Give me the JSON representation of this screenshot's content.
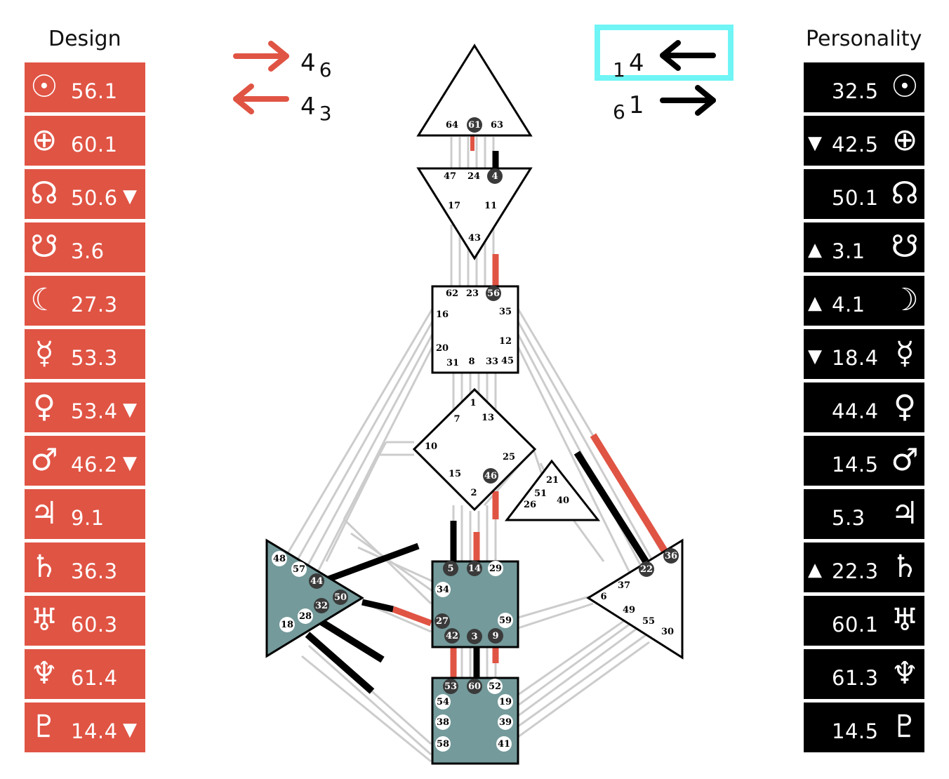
{
  "design": {
    "title": "Design",
    "color": "#e05444",
    "rows": [
      {
        "icon": "sun-icon",
        "glyph": "☉",
        "value": "56.1",
        "arrow": ""
      },
      {
        "icon": "earth-icon",
        "glyph": "⊕",
        "value": "60.1",
        "arrow": ""
      },
      {
        "icon": "north-node-icon",
        "glyph": "☊",
        "value": "50.6",
        "arrow": "▼"
      },
      {
        "icon": "south-node-icon",
        "glyph": "☋",
        "value": "3.6",
        "arrow": ""
      },
      {
        "icon": "moon-icon",
        "glyph": "☾",
        "value": "27.3",
        "arrow": ""
      },
      {
        "icon": "mercury-icon",
        "glyph": "☿",
        "value": "53.3",
        "arrow": ""
      },
      {
        "icon": "venus-icon",
        "glyph": "♀",
        "value": "53.4",
        "arrow": "▼"
      },
      {
        "icon": "mars-icon",
        "glyph": "♂",
        "value": "46.2",
        "arrow": "▼"
      },
      {
        "icon": "jupiter-icon",
        "glyph": "♃",
        "value": "9.1",
        "arrow": ""
      },
      {
        "icon": "saturn-icon",
        "glyph": "♄",
        "value": "36.3",
        "arrow": ""
      },
      {
        "icon": "uranus-icon",
        "glyph": "♅",
        "value": "60.3",
        "arrow": ""
      },
      {
        "icon": "neptune-icon",
        "glyph": "♆",
        "value": "61.4",
        "arrow": ""
      },
      {
        "icon": "pluto-icon",
        "glyph": "♇",
        "value": "14.4",
        "arrow": "▼"
      }
    ]
  },
  "personality": {
    "title": "Personality",
    "color": "#000000",
    "rows": [
      {
        "icon": "sun-icon",
        "glyph": "☉",
        "value": "32.5",
        "arrow": ""
      },
      {
        "icon": "earth-icon",
        "glyph": "⊕",
        "value": "42.5",
        "arrow": "▼"
      },
      {
        "icon": "north-node-icon",
        "glyph": "☊",
        "value": "50.1",
        "arrow": ""
      },
      {
        "icon": "south-node-icon",
        "glyph": "☋",
        "value": "3.1",
        "arrow": "▲"
      },
      {
        "icon": "moon-icon",
        "glyph": "☽",
        "value": "4.1",
        "arrow": "▲"
      },
      {
        "icon": "mercury-icon",
        "glyph": "☿",
        "value": "18.4",
        "arrow": "▼"
      },
      {
        "icon": "venus-icon",
        "glyph": "♀",
        "value": "44.4",
        "arrow": ""
      },
      {
        "icon": "mars-icon",
        "glyph": "♂",
        "value": "14.5",
        "arrow": ""
      },
      {
        "icon": "jupiter-icon",
        "glyph": "♃",
        "value": "5.3",
        "arrow": ""
      },
      {
        "icon": "saturn-icon",
        "glyph": "♄",
        "value": "22.3",
        "arrow": "▲"
      },
      {
        "icon": "uranus-icon",
        "glyph": "♅",
        "value": "60.1",
        "arrow": ""
      },
      {
        "icon": "neptune-icon",
        "glyph": "♆",
        "value": "61.3",
        "arrow": ""
      },
      {
        "icon": "pluto-icon",
        "glyph": "♇",
        "value": "14.5",
        "arrow": ""
      }
    ]
  },
  "variables": {
    "design_top": {
      "big": "4",
      "small": "6",
      "direction": "right",
      "color": "#e05444"
    },
    "design_bottom": {
      "big": "4",
      "small": "3",
      "direction": "left",
      "color": "#e05444"
    },
    "personality_top": {
      "big": "4",
      "small": "1",
      "direction": "left",
      "color": "#000000"
    },
    "personality_bottom": {
      "big": "1",
      "small": "6",
      "direction": "right",
      "color": "#000000"
    }
  },
  "colors": {
    "design": "#e05444",
    "personality": "#000000",
    "defined_center": "#749a9b",
    "channel_inactive": "#cccccc",
    "highlight": "#6ff5f5",
    "gate_active": "#3a3a3a"
  },
  "centers": {
    "head": {
      "gates": [
        "64",
        "61",
        "63"
      ],
      "active": [
        "61"
      ]
    },
    "ajna": {
      "gates": [
        "47",
        "24",
        "4",
        "17",
        "11",
        "43"
      ],
      "active": [
        "4"
      ]
    },
    "throat": {
      "gates": [
        "62",
        "23",
        "56",
        "16",
        "35",
        "20",
        "12",
        "31",
        "8",
        "33",
        "45"
      ],
      "active": [
        "56"
      ]
    },
    "g": {
      "gates": [
        "1",
        "7",
        "13",
        "10",
        "25",
        "15",
        "46",
        "2"
      ],
      "active": [
        "46"
      ]
    },
    "heart": {
      "gates": [
        "21",
        "51",
        "26",
        "40"
      ],
      "active": []
    },
    "spleen": {
      "gates": [
        "48",
        "57",
        "44",
        "50",
        "32",
        "28",
        "18"
      ],
      "active": [
        "44",
        "50",
        "32"
      ]
    },
    "sacral": {
      "gates": [
        "5",
        "14",
        "29",
        "34",
        "27",
        "59",
        "42",
        "3",
        "9"
      ],
      "active": [
        "5",
        "14",
        "27",
        "42",
        "3",
        "9"
      ]
    },
    "solar_plexus": {
      "gates": [
        "36",
        "22",
        "37",
        "6",
        "49",
        "55",
        "30"
      ],
      "active": [
        "36",
        "22"
      ]
    },
    "root": {
      "gates": [
        "53",
        "60",
        "52",
        "54",
        "19",
        "38",
        "39",
        "58",
        "41"
      ],
      "active": [
        "53",
        "60"
      ]
    }
  }
}
